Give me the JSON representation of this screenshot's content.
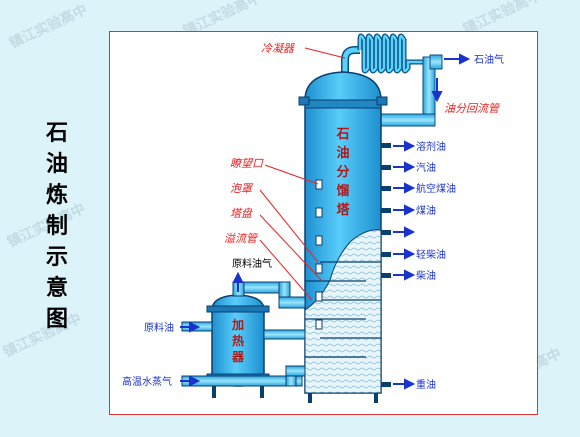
{
  "page": {
    "watermark": "镇江实验高中"
  },
  "side_title": [
    "石",
    "油",
    "炼",
    "制",
    "示",
    "意",
    "图"
  ],
  "tower": {
    "label": [
      "石",
      "油",
      "分",
      "馏",
      "塔"
    ]
  },
  "heater": {
    "label": [
      "加",
      "热",
      "器"
    ]
  },
  "callouts": {
    "condenser": "冷凝器",
    "reflux": "油分回流管",
    "sight_glass": "瞭望口",
    "bubble_cap": "泡罩",
    "tray": "塔盘",
    "downcomer": "溢流管",
    "feed_vapor": "原料油气"
  },
  "inputs": {
    "crude_oil": "原料油",
    "steam": "高温水蒸气"
  },
  "outputs": {
    "petroleum_gas": "石油气",
    "solvent_oil": "溶剂油",
    "gasoline": "汽油",
    "jet_fuel": "航空煤油",
    "kerosene": "煤油",
    "light_diesel": "轻柴油",
    "diesel": "柴油",
    "heavy_oil": "重油"
  },
  "colors": {
    "callout_text": "#ee2222",
    "output_text": "#1a33cc",
    "arrow": "#1a33cc",
    "tower_fill": "#39b6f0",
    "pipe_fill": "#5ad2fa",
    "border": "#d4373a"
  }
}
